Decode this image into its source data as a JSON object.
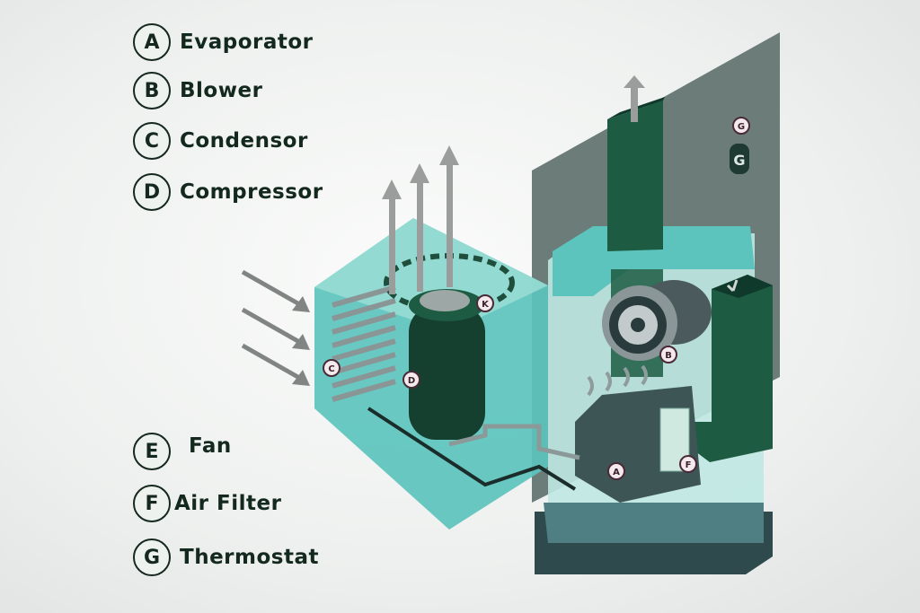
{
  "legend_top": [
    {
      "letter": "A",
      "label": "Evaporator"
    },
    {
      "letter": "B",
      "label": "Blower"
    },
    {
      "letter": "C",
      "label": "Condensor"
    },
    {
      "letter": "D",
      "label": "Compressor"
    }
  ],
  "legend_bottom": [
    {
      "letter": "E",
      "label": "Fan"
    },
    {
      "letter": "F",
      "label": "Air Filter"
    },
    {
      "letter": "G",
      "label": "Thermostat"
    }
  ],
  "diagram_labels": {
    "fan": "K",
    "compressor": "D",
    "condenser": "C",
    "blower": "B",
    "evaporator": "A",
    "filter": "F",
    "thermostat_marker": "G",
    "thermostat_device": "G"
  },
  "colors": {
    "dark_green": "#1d5c43",
    "teal": "#5cc3bd",
    "wall": "#6c7d79",
    "text": "#13291e"
  }
}
